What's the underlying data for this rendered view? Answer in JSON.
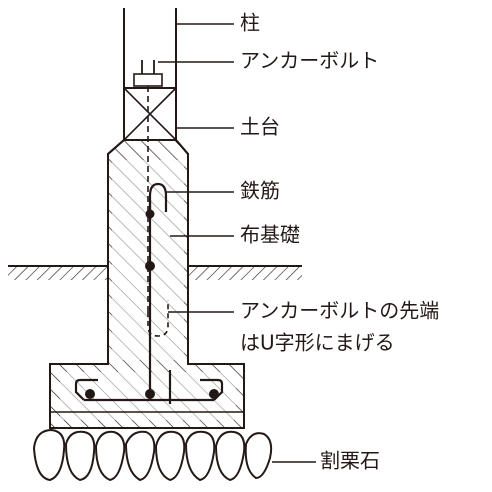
{
  "labels": {
    "column": "柱",
    "anchor_bolt": "アンカーボルト",
    "sill": "土台",
    "rebar": "鉄筋",
    "continuous_footing": "布基礎",
    "anchor_tip_line1": "アンカーボルトの先端",
    "anchor_tip_line2": "はU字形にまげる",
    "crushed_stone": "割栗石"
  },
  "colors": {
    "line": "#231815",
    "background": "#ffffff"
  }
}
